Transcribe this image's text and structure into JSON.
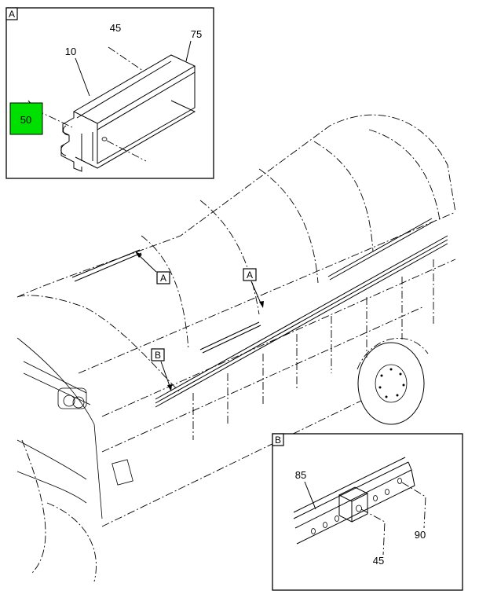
{
  "detail_a": {
    "title": "A",
    "callouts": {
      "c10": "10",
      "c45": "45",
      "c75": "75",
      "c50": "50"
    },
    "highlight_color": "#00e000"
  },
  "detail_b": {
    "title": "B",
    "callouts": {
      "c85": "85",
      "c90": "90",
      "c45": "45"
    }
  },
  "bus_view": {
    "flag_a1": "A",
    "flag_a2": "A",
    "flag_b": "B"
  }
}
